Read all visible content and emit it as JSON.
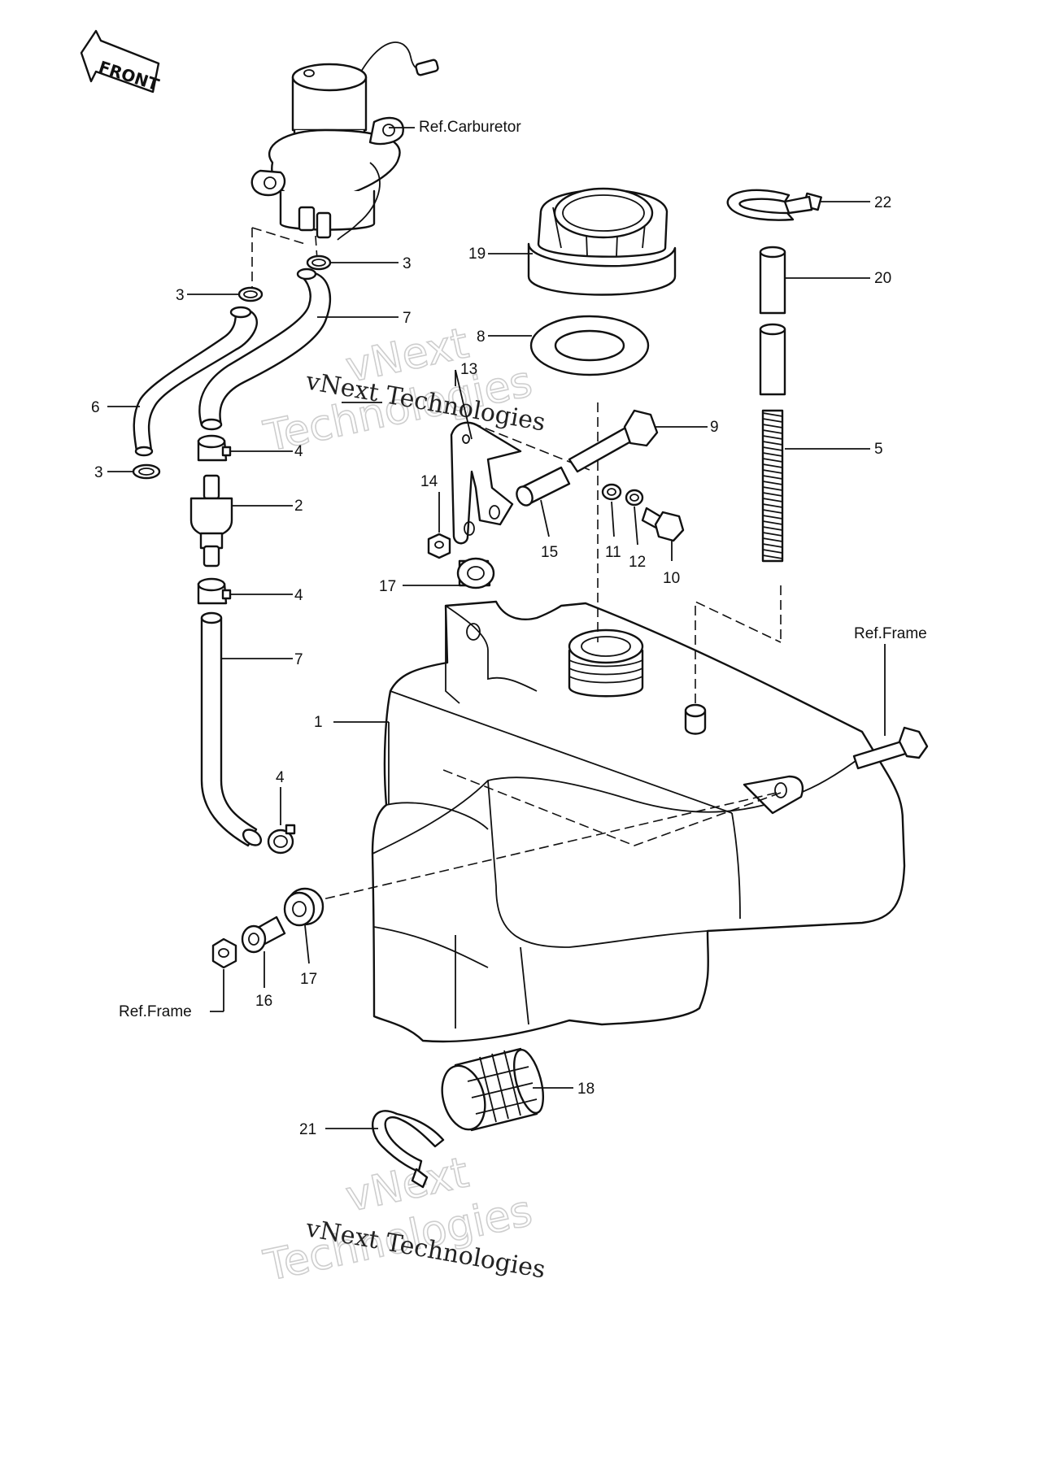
{
  "front_label": "FRONT",
  "references": {
    "carburetor": "Ref.Carburetor",
    "frame_upper": "Ref.Frame",
    "frame_lower": "Ref.Frame"
  },
  "callouts": {
    "c1": "1",
    "c2": "2",
    "c3a": "3",
    "c3b": "3",
    "c3c": "3",
    "c4a": "4",
    "c4b": "4",
    "c4c": "4",
    "c5": "5",
    "c6": "6",
    "c7a": "7",
    "c7b": "7",
    "c8": "8",
    "c9": "9",
    "c10": "10",
    "c11": "11",
    "c12": "12",
    "c13": "13",
    "c14": "14",
    "c15": "15",
    "c16": "16",
    "c17a": "17",
    "c17b": "17",
    "c18": "18",
    "c19": "19",
    "c20": "20",
    "c21": "21",
    "c22": "22"
  },
  "watermarks": {
    "line1": "vNext Technologies",
    "line2": "vNext Technologies",
    "big1": "vNext",
    "big2": "Technologies",
    "big3": "vNext",
    "big4": "Technologies"
  }
}
